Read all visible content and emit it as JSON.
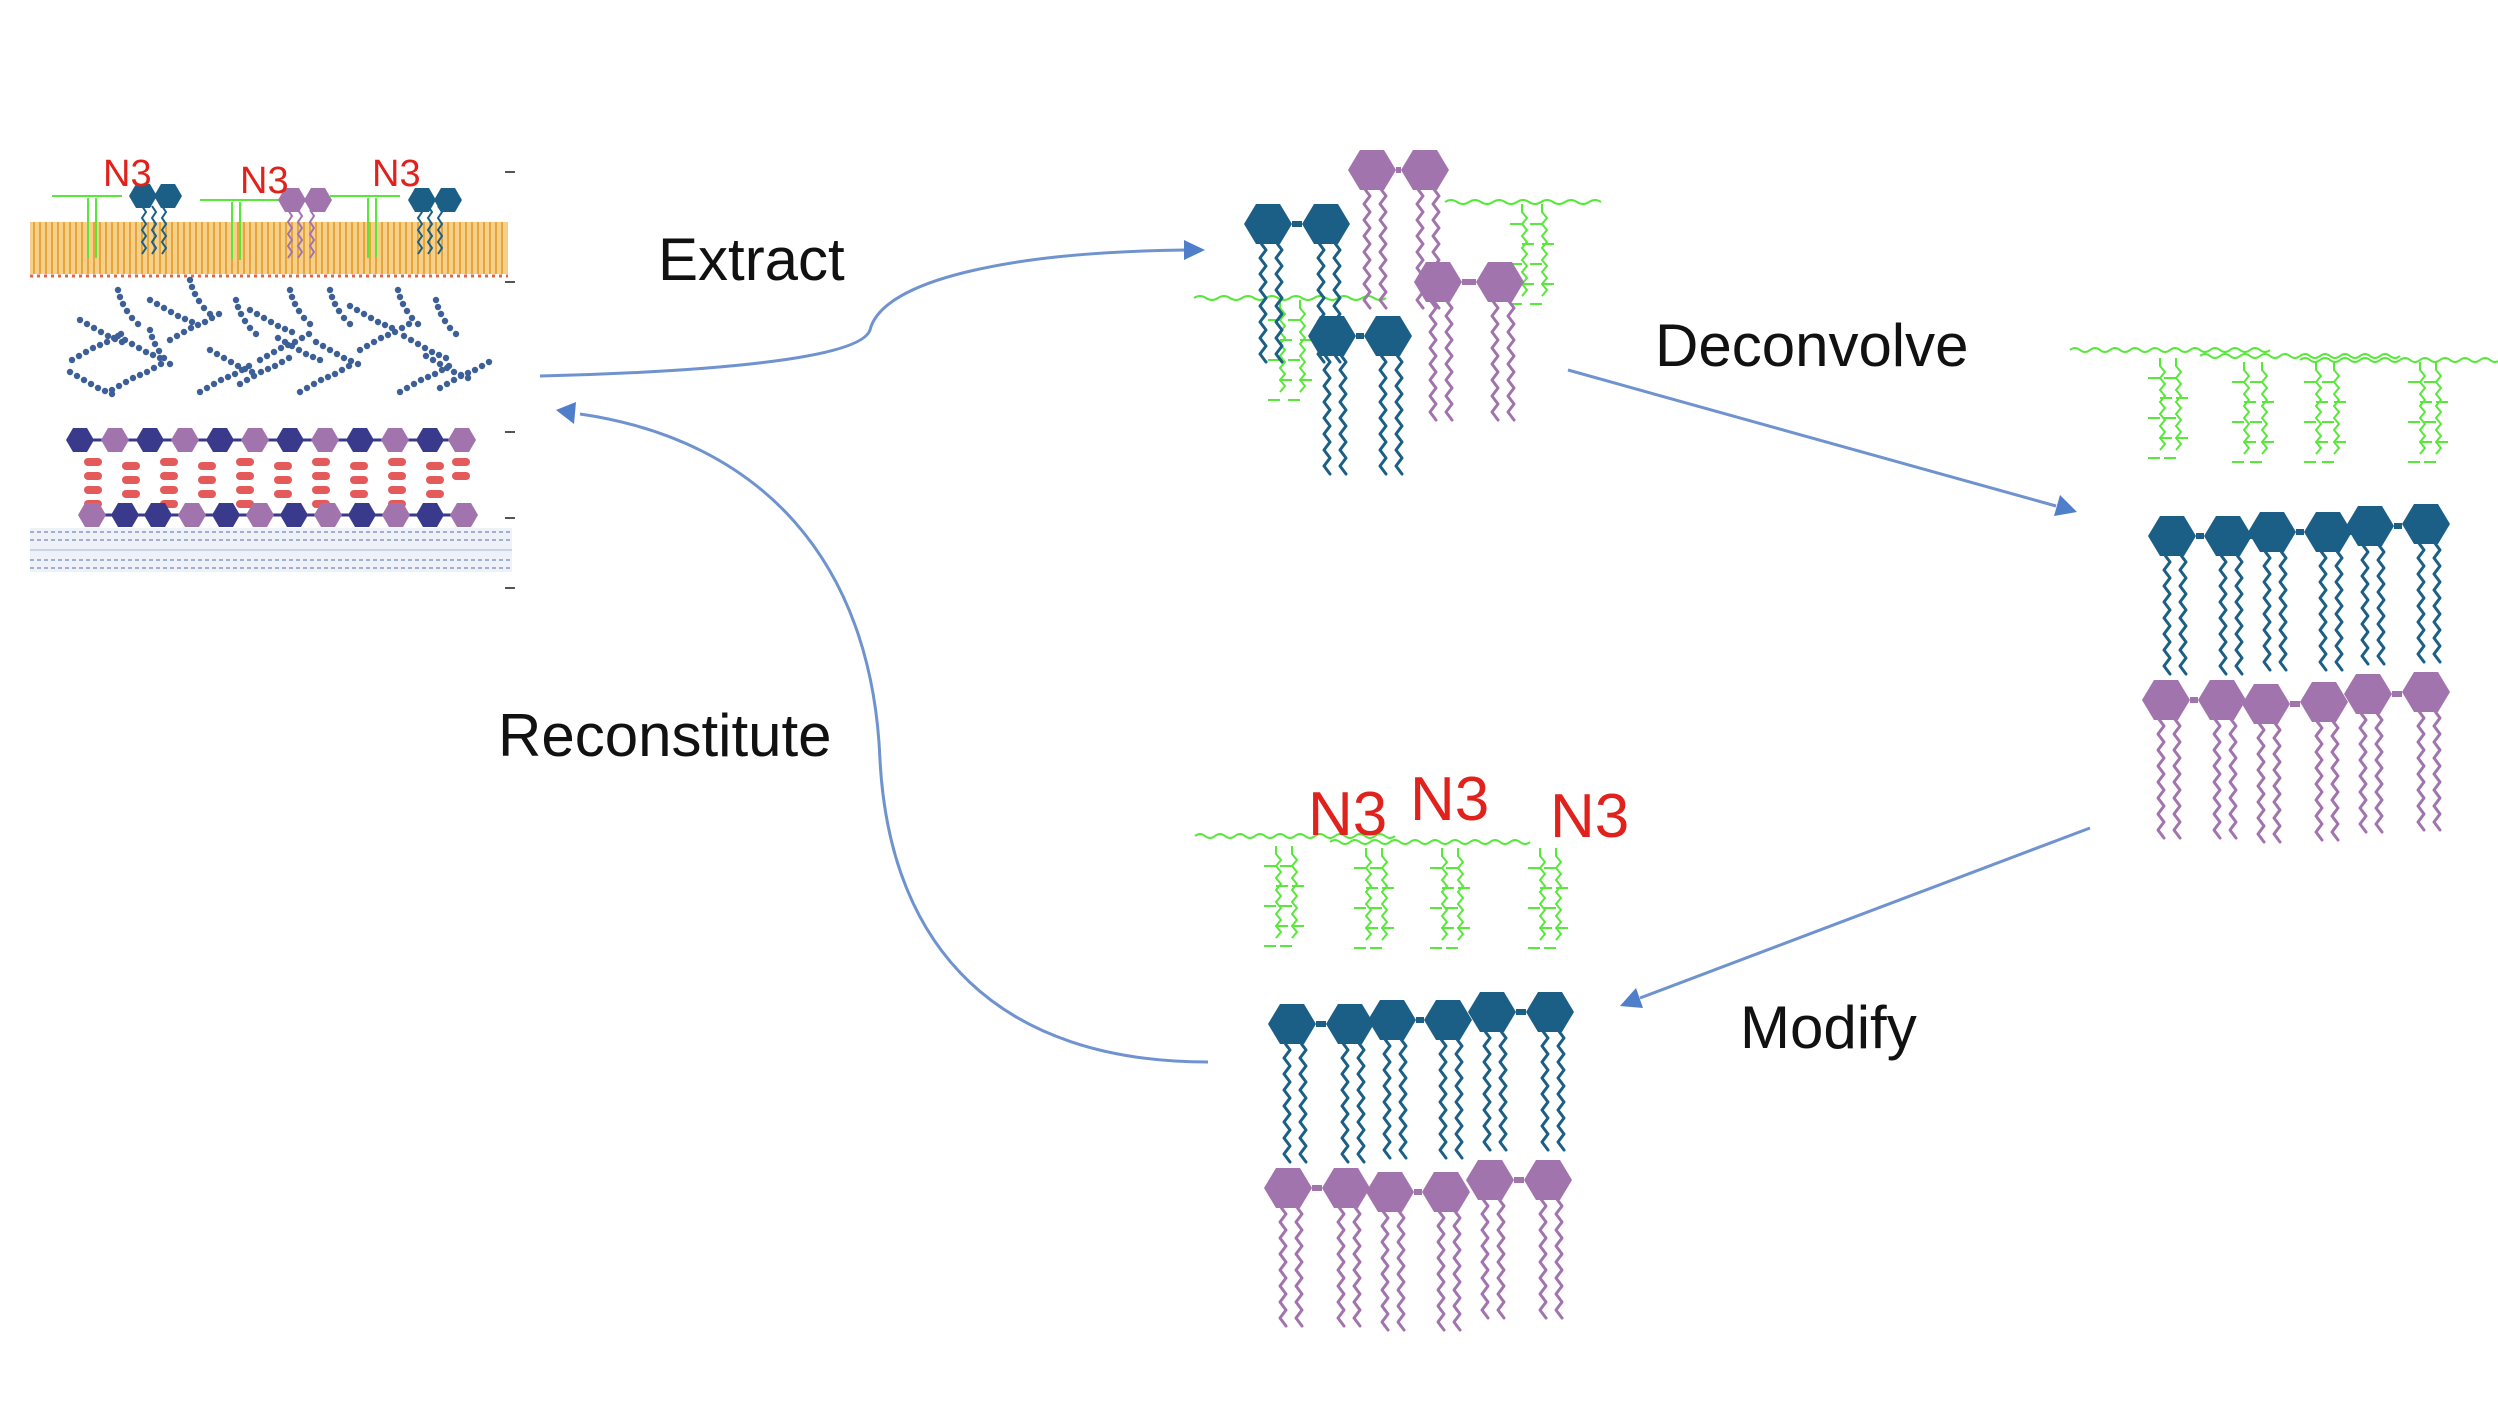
{
  "labels": {
    "extract": "Extract",
    "deconvolve": "Deconvolve",
    "modify": "Modify",
    "reconstitute": "Reconstitute",
    "n3": "N3"
  },
  "colors": {
    "teal_headgroup": "#1c5f86",
    "purple_headgroup": "#a274ae",
    "green_chain": "#57e83a",
    "red_label": "#e0211c",
    "arrow": "#6f93cf",
    "peptidoglycan": "#3d5f98",
    "arabinogalactan_dark": "#3a3a8c",
    "red_linker": "#e45a5a",
    "membrane": "#e7b24c",
    "inner_membrane": "#9fb1cf"
  },
  "icons": [
    "hexagon-headgroup-icon",
    "wavy-lipid-chain-icon",
    "cell-envelope-icon"
  ]
}
